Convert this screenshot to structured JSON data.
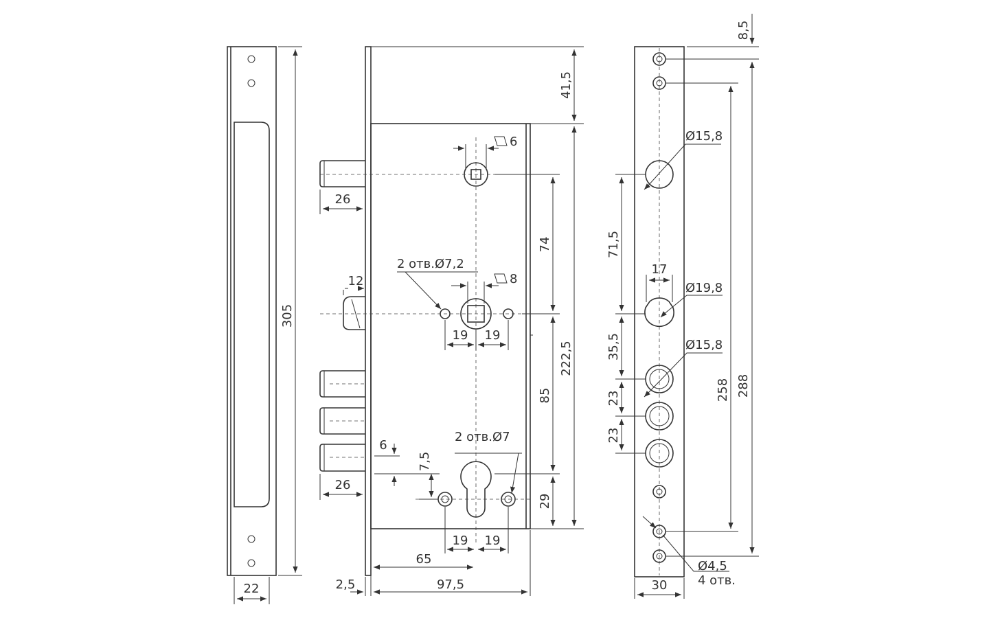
{
  "colors": {
    "ink": "#333333",
    "background": "#ffffff"
  },
  "dimensions": {
    "strike_height": "305",
    "strike_width": "22",
    "bolt_len_top": "26",
    "latch_len": "12",
    "bolt_len_bottom": "26",
    "sq6": "6",
    "sq8": "8",
    "holes_72": "2 отв.Ø7,2",
    "spacing_19_a": "19",
    "spacing_19_b": "19",
    "holes_7": "2 отв.Ø7",
    "spacing_19_c": "19",
    "spacing_19_d": "19",
    "dim_6": "6",
    "dim_7_5": "7,5",
    "dim_65": "65",
    "dim_2_5": "2,5",
    "dim_97_5": "97,5",
    "dim_41_5": "41,5",
    "dim_74": "74",
    "dim_222_5": "222,5",
    "dim_85": "85",
    "dim_29": "29",
    "dim_8_5": "8,5",
    "d15_8_top": "Ø15,8",
    "d19_8": "Ø19,8",
    "d15_8_mid": "Ø15,8",
    "dim_17": "17",
    "dim_71_5": "71,5",
    "dim_35_5": "35,5",
    "dim_23_a": "23",
    "dim_23_b": "23",
    "dim_258": "258",
    "dim_288": "288",
    "d4_5": "Ø4,5",
    "holes_4": "4 отв.",
    "face_width": "30"
  }
}
